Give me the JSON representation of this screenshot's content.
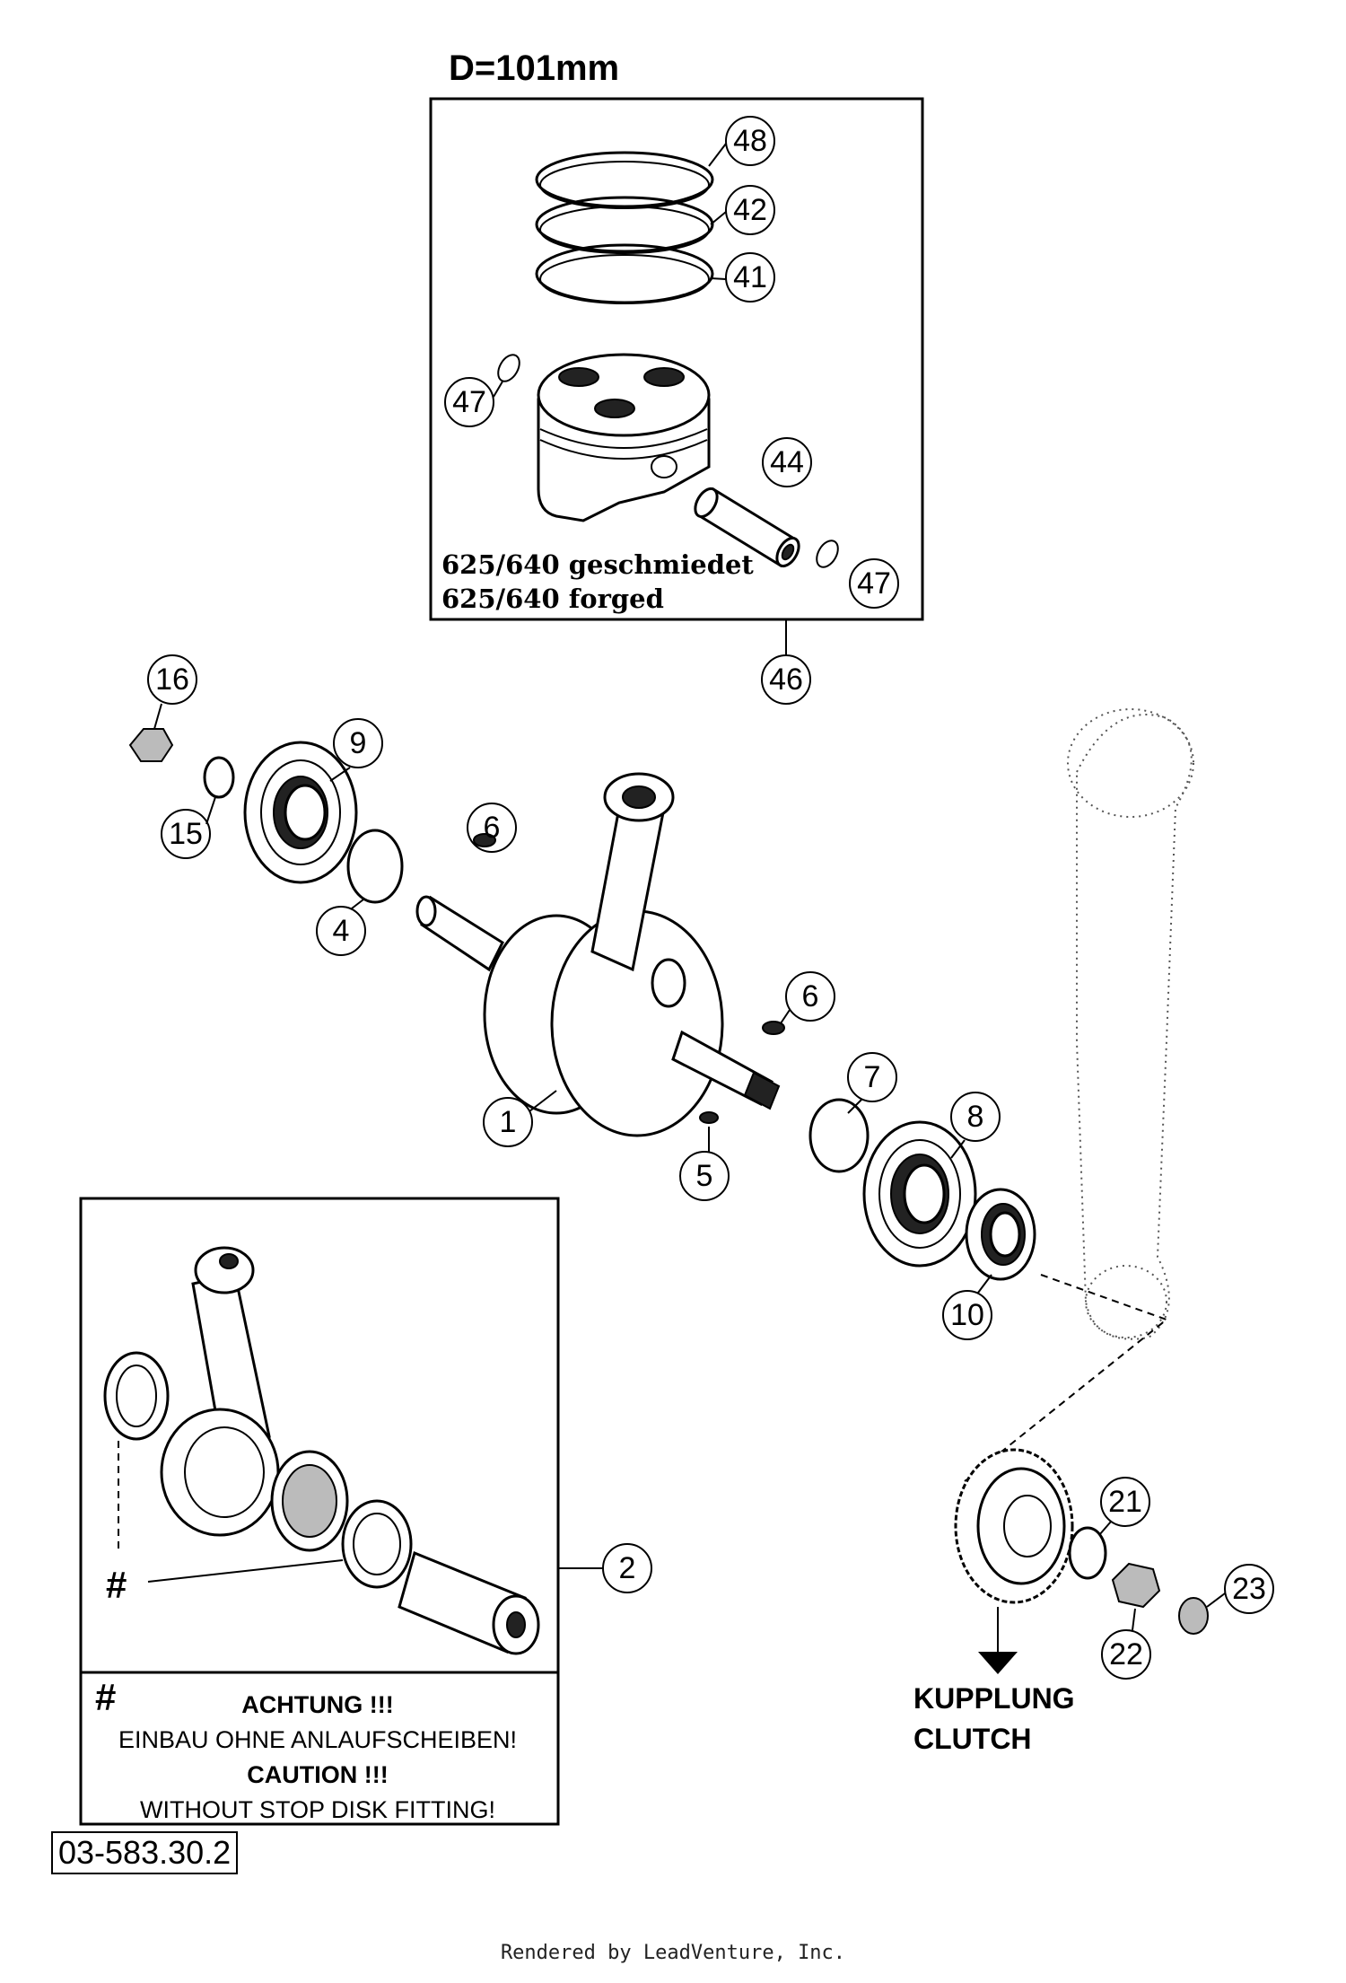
{
  "header": {
    "title": "D=101mm"
  },
  "piston_box": {
    "note_lines": [
      "625/640  geschmiedet",
      "625/640  forged"
    ]
  },
  "callouts": {
    "c48": "48",
    "c42": "42",
    "c41": "41",
    "c47a": "47",
    "c44": "44",
    "c47b": "47",
    "c46": "46",
    "c16": "16",
    "c9": "9",
    "c15": "15",
    "c6a": "6",
    "c4": "4",
    "c6b": "6",
    "c1": "1",
    "c7": "7",
    "c8": "8",
    "c5": "5",
    "c10": "10",
    "c2": "2",
    "c21": "21",
    "c23": "23",
    "c22": "22"
  },
  "rod_box": {
    "hash_marker": "#"
  },
  "caution_box": {
    "hash": "#",
    "line1": "ACHTUNG !!!",
    "line2": "EINBAU OHNE ANLAUFSCHEIBEN!",
    "line3": "CAUTION !!!",
    "line4": "WITHOUT STOP DISK FITTING!"
  },
  "clutch_label": {
    "line1": "KUPPLUNG",
    "line2": "CLUTCH"
  },
  "drawing_number": "03-583.30.2",
  "footer": "Rendered by LeadVenture, Inc."
}
